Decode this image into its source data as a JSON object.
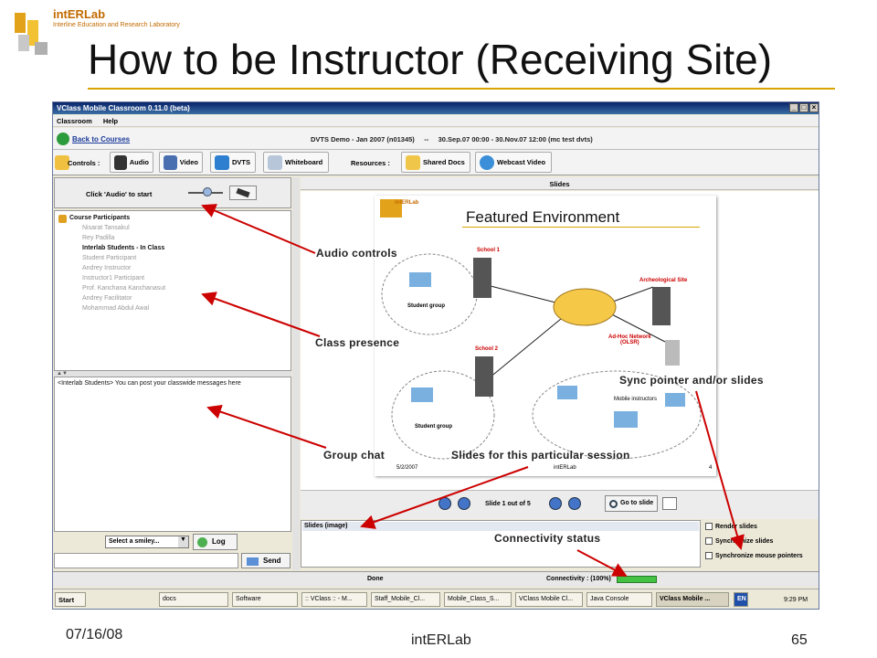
{
  "header": {
    "logo_text": "intERLab",
    "logo_subtitle": "Interline Education and Research Laboratory",
    "title": "How to be Instructor (Receiving Site)"
  },
  "window": {
    "title": "VClass Mobile Classroom 0.11.0 (beta)",
    "menu": [
      "Classroom",
      "Help"
    ],
    "back_link": "Back to Courses",
    "course_info": "DVTS Demo - Jan 2007 (n01345)     --     30.Sep.07 00:00 - 30.Nov.07 12:00 (mc test dvts)"
  },
  "toolbar": {
    "controls_label": "Controls :",
    "controls": [
      "Audio",
      "Video",
      "DVTS",
      "Whiteboard"
    ],
    "resources_label": "Resources :",
    "resources": [
      "Shared Docs",
      "Webcast Video"
    ]
  },
  "audio": {
    "hint": "Click 'Audio' to start",
    "level": 0.55
  },
  "participants": {
    "root": "Course Participants",
    "items": [
      {
        "name": "Nisarat Tansakul",
        "active": false
      },
      {
        "name": "Rey Padilla",
        "active": false
      },
      {
        "name": "Interlab Students - In Class",
        "active": true
      },
      {
        "name": "Student Participant",
        "active": false
      },
      {
        "name": "Andrey Instructor",
        "active": false
      },
      {
        "name": "Instructor1 Participant",
        "active": false
      },
      {
        "name": "Prof. Kanchana Kanchanasut",
        "active": false
      },
      {
        "name": "Andrey Facilitator",
        "active": false
      },
      {
        "name": "Mohammad Abdul Awal",
        "active": false
      }
    ]
  },
  "chat": {
    "message": "<Interlab Students> You can post your classwide messages here",
    "smiley_placeholder": "Select a smiley...",
    "log_label": "Log",
    "send_label": "Send"
  },
  "slides": {
    "header": "Slides",
    "slide_title": "Featured Environment",
    "slide_labels": {
      "school1": "School 1",
      "school2": "School 2",
      "site": "Archeological Site",
      "adhoc": "Ad-Hoc Network\n(OLSR)",
      "group1": "Student group",
      "group2": "Student group",
      "mobile": "Mobile instructors",
      "logo": "intERLab"
    },
    "slide_footer": {
      "date": "5/2/2007",
      "org": "intERLab",
      "num": "4"
    },
    "counter": "Slide 1 out of 5",
    "goto_label": "Go to slide",
    "list_header": "Slides (image)",
    "options": [
      "Render slides",
      "Synchronize slides",
      "Synchronize mouse pointers"
    ]
  },
  "status": {
    "text": "Done",
    "connectivity_label": "Connectivity : (100%)",
    "connectivity": 1.0
  },
  "taskbar": {
    "start": "Start",
    "tasks": [
      "docs",
      "Software",
      ":: VClass :: - M...",
      "Staff_Mobile_Cl...",
      "Mobile_Class_S...",
      "VClass Mobile Cl...",
      "Java Console",
      "VClass Mobile ..."
    ],
    "lang": "EN",
    "clock": "9:29 PM"
  },
  "annotations": {
    "audio": "Audio controls",
    "presence": "Class presence",
    "group_chat": "Group chat",
    "slides_session": "Slides for this particular session",
    "sync": "Sync pointer and/or slides",
    "connectivity": "Connectivity status"
  },
  "footer": {
    "date": "07/16/08",
    "org": "intERLab",
    "page": "65"
  },
  "colors": {
    "title_rule": "#d9a400",
    "arrow": "#cc0000",
    "window_title": "#0a246a",
    "connectivity": "#44c244"
  }
}
